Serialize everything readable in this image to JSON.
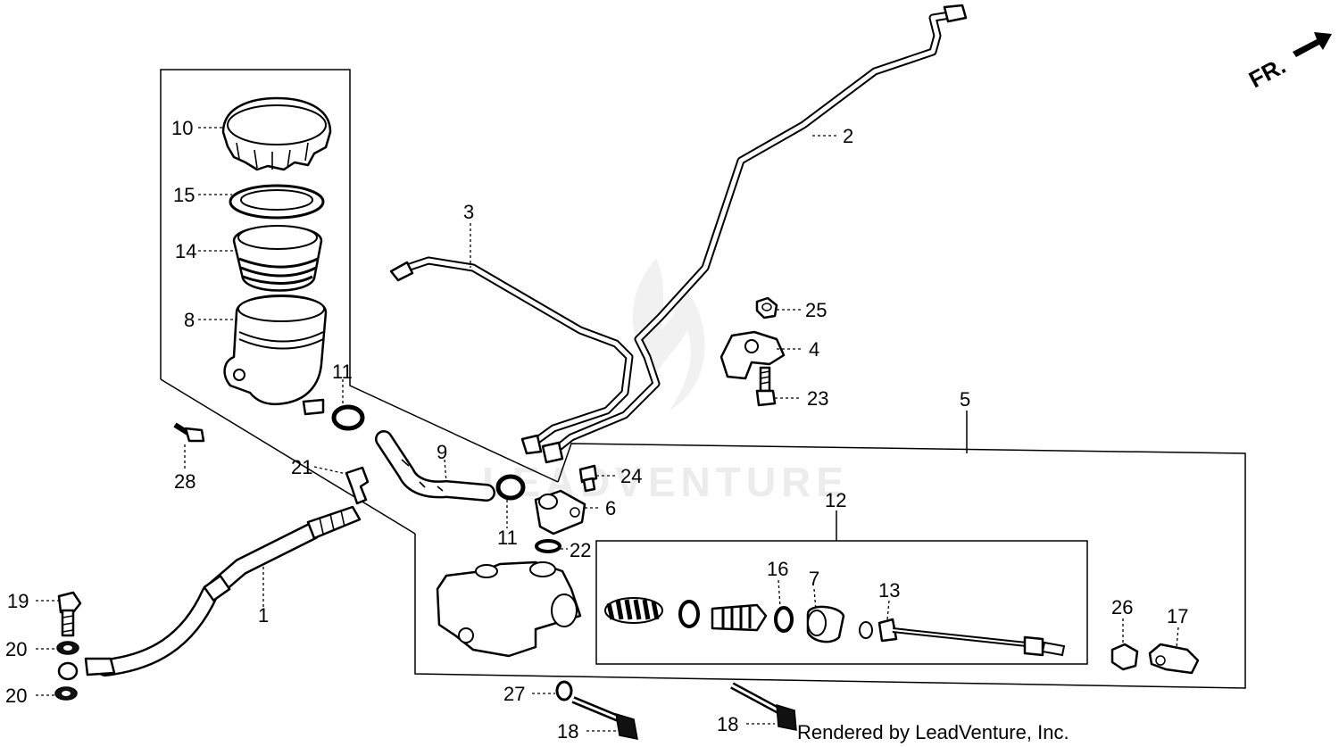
{
  "callouts": {
    "c1": "1",
    "c2": "2",
    "c3": "3",
    "c4": "4",
    "c5": "5",
    "c6": "6",
    "c7": "7",
    "c8": "8",
    "c9": "9",
    "c10": "10",
    "c11a": "11",
    "c11b": "11",
    "c12": "12",
    "c13": "13",
    "c14": "14",
    "c15": "15",
    "c16": "16",
    "c17": "17",
    "c18a": "18",
    "c18b": "18",
    "c19": "19",
    "c20a": "20",
    "c20b": "20",
    "c21": "21",
    "c22": "22",
    "c23": "23",
    "c24": "24",
    "c25": "25",
    "c26": "26",
    "c27": "27",
    "c28": "28"
  },
  "direction_label": "FR.",
  "watermark": "LEADVENTURE",
  "credit": "Rendered by LeadVenture, Inc."
}
